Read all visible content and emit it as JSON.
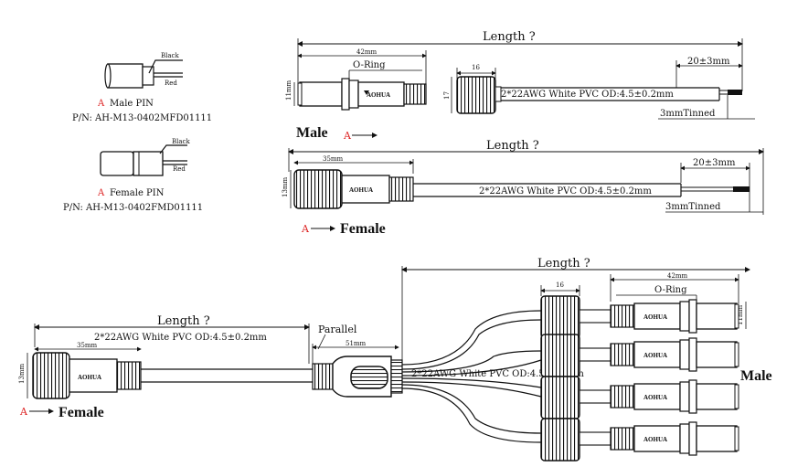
{
  "colors": {
    "line": "#111111",
    "marker": "#dd2222",
    "lens": "#dd5522",
    "paper": "#ffffff"
  },
  "icons": {
    "logo": "aohua-logo",
    "arrow": "arrow-right-icon"
  },
  "legend": {
    "male": {
      "wire1": "Black",
      "wire2": "Red",
      "marker": "A",
      "name": "Male PIN",
      "pn": "P/N: AH-M13-0402MFD01111"
    },
    "female": {
      "wire1": "Black",
      "wire2": "Red",
      "marker": "A",
      "name": "Female PIN",
      "pn": "P/N: AH-M13-0402FMD01111"
    }
  },
  "male_cable": {
    "length": "Length ?",
    "dim_42": "42mm",
    "oring": "O-Ring",
    "dim_16": "16",
    "dim_11": "11mm",
    "dim_17": "17",
    "spec": "2*22AWG White PVC OD:4.5±0.2mm",
    "strip": "20±3mm",
    "tinned": "3mmTinned",
    "label": "Male",
    "marker": "A",
    "logo_text": "AOHUA"
  },
  "female_cable": {
    "length": "Length ?",
    "dim_35": "35mm",
    "dim_13": "13mm",
    "spec": "2*22AWG White PVC OD:4.5±0.2mm",
    "strip": "20±3mm",
    "tinned": "3mmTinned",
    "label": "Female",
    "marker": "A",
    "logo_text": "AOHUA"
  },
  "splitter": {
    "length_left": "Length ?",
    "spec_left": "2*22AWG White PVC OD:4.5±0.2mm",
    "dim_35": "35mm",
    "dim_13": "13mm",
    "parallel": "Parallel",
    "dim_51": "51mm",
    "spec_mid": "2*22AWG White PVC OD:4.5±0.2mm",
    "length_right": "Length ?",
    "dim_16": "16",
    "dim_42": "42mm",
    "oring": "O-Ring",
    "dim_11": "11mm",
    "label_female": "Female",
    "label_male": "Male",
    "marker": "A",
    "logo_text": "AOHUA"
  }
}
